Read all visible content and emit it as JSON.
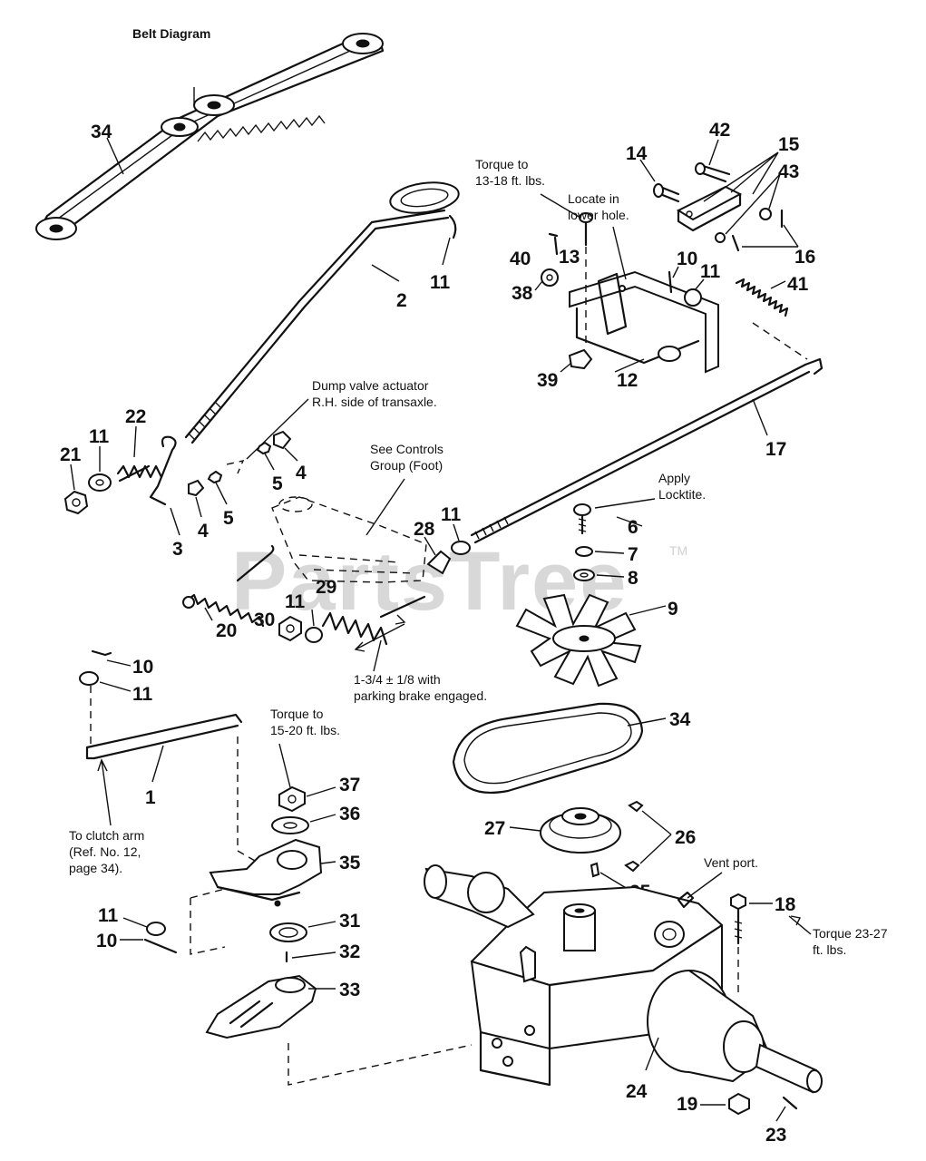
{
  "diagram": {
    "title": "Belt Diagram",
    "watermark": "PartsTree",
    "watermark_tm": "TM",
    "callouts": {
      "c34a": "34",
      "c2": "2",
      "c11a": "11",
      "c14": "14",
      "c42": "42",
      "c15": "15",
      "c43": "43",
      "c16": "16",
      "c13": "13",
      "c40": "40",
      "c38": "38",
      "c39": "39",
      "c12": "12",
      "c10a": "10",
      "c11b": "11",
      "c41": "41",
      "c17": "17",
      "c21": "21",
      "c11c": "11",
      "c22": "22",
      "c3": "3",
      "c4a": "4",
      "c5a": "5",
      "c5b": "5",
      "c4b": "4",
      "c28": "28",
      "c11d": "11",
      "c29": "29",
      "c20": "20",
      "c30": "30",
      "c11e": "11",
      "c6": "6",
      "c7": "7",
      "c8": "8",
      "c9": "9",
      "c10b": "10",
      "c11f": "11",
      "c1": "1",
      "c37": "37",
      "c36": "36",
      "c35": "35",
      "c11g": "11",
      "c10c": "10",
      "c31": "31",
      "c32": "32",
      "c33": "33",
      "c34b": "34",
      "c27": "27",
      "c26": "26",
      "c25": "25",
      "c18": "18",
      "c24": "24",
      "c19": "19",
      "c23": "23"
    },
    "notes": {
      "torque1318_1": "Torque to",
      "torque1318_2": "13-18 ft. lbs.",
      "locate_1": "Locate in",
      "locate_2": "lower hole.",
      "dump_1": "Dump valve actuator",
      "dump_2": "R.H. side of transaxle.",
      "controls_1": "See Controls",
      "controls_2": "Group (Foot)",
      "locktite_1": "Apply",
      "locktite_2": "Locktite.",
      "spring_1": "1-3/4 ± 1/8 with",
      "spring_2": "parking brake engaged.",
      "torque1520_1": "Torque to",
      "torque1520_2": "15-20 ft. lbs.",
      "clutch_1": "To clutch arm",
      "clutch_2": "(Ref. No. 12,",
      "clutch_3": "page 34).",
      "vent": "Vent port.",
      "torque2327_1": "Torque 23-27",
      "torque2327_2": "ft. lbs."
    }
  }
}
